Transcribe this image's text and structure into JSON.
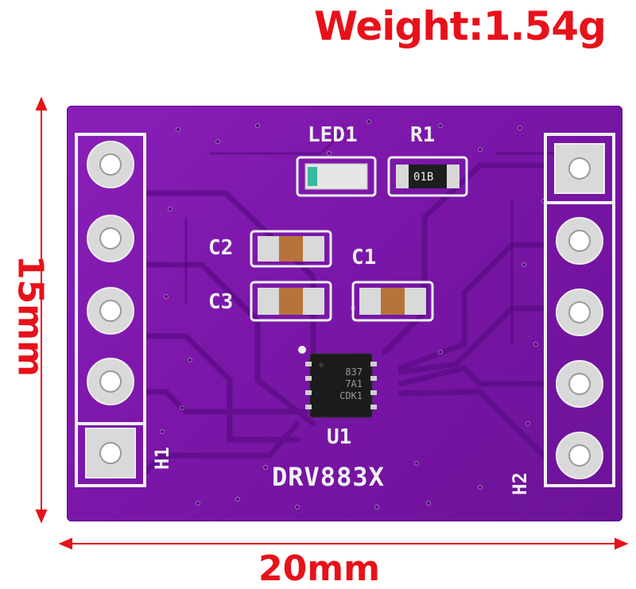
{
  "header": {
    "weight_label": "Weight:1.54g"
  },
  "dimensions": {
    "width_label": "20mm",
    "height_label": "15mm"
  },
  "board": {
    "model_label": "DRV883X",
    "chip_ref": "U1",
    "chip_marking": [
      "837",
      "7A1",
      "CDK1"
    ],
    "led_ref": "LED1",
    "resistor_ref": "R1",
    "resistor_marking": "01B",
    "cap_refs": [
      "C1",
      "C2",
      "C3"
    ],
    "header_left": "H1",
    "header_right": "H2"
  },
  "colors": {
    "label_red": "#e8111a",
    "pcb_purple": "#7a16a8",
    "silkscreen": "#f2f2f2",
    "pad_silver": "#d9d9d9"
  }
}
